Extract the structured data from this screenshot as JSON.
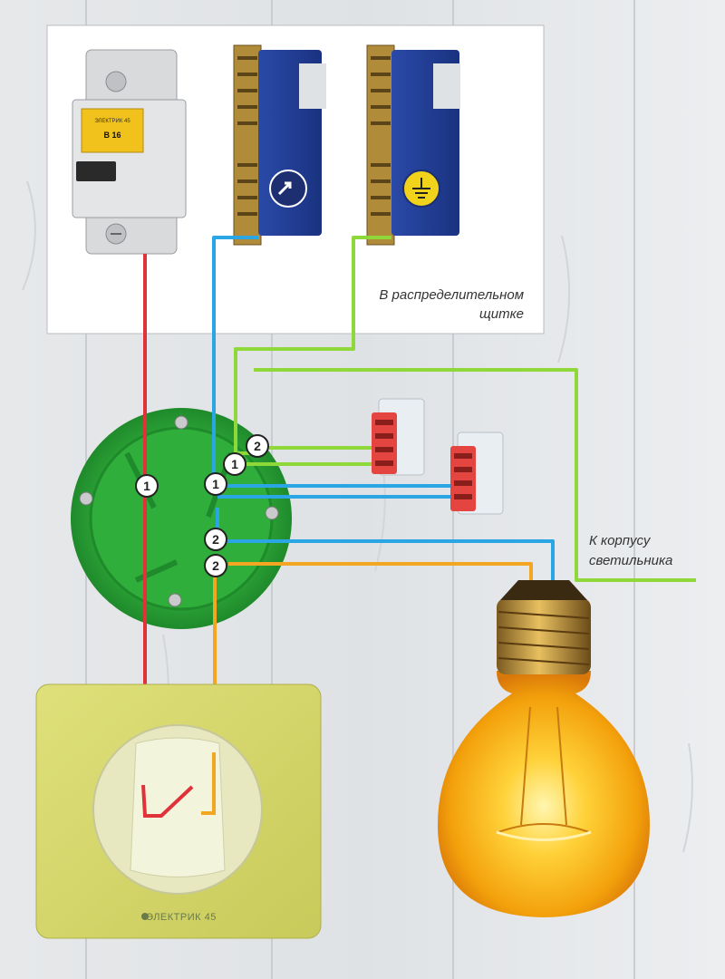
{
  "panel": {
    "caption_line1": "В распределительном",
    "caption_line2": "щитке"
  },
  "lamp_caption": {
    "line1": "К корпусу",
    "line2": "светильника"
  },
  "switch": {
    "brand": "ЭЛЕКТРИК 45"
  },
  "breaker": {
    "label_brand": "ЭЛЕКТРИК 45",
    "label_model": "B 16"
  },
  "markers": [
    {
      "id": "m1",
      "text": "1"
    },
    {
      "id": "m2",
      "text": "2"
    },
    {
      "id": "m3",
      "text": "1"
    },
    {
      "id": "m4",
      "text": "1"
    },
    {
      "id": "m5",
      "text": "2"
    },
    {
      "id": "m6",
      "text": "2"
    }
  ],
  "wire_colors": {
    "phase": "#e0323a",
    "neutral": "#2aa6e4",
    "ground": "#8fd83a",
    "lamp": "#f2a622"
  }
}
